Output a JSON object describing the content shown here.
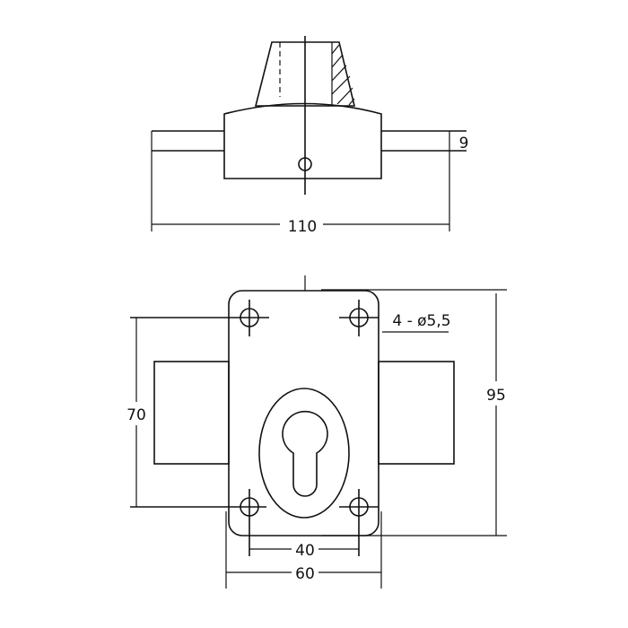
{
  "top_view": {
    "dim_width": "110",
    "dim_bolt_thickness": "9"
  },
  "front_view": {
    "dim_height_holes": "70",
    "dim_height_plate": "95",
    "dim_hole_spacing": "40",
    "dim_plate_width": "60",
    "hole_note": "4 - ø5,5"
  },
  "colors": {
    "line": "#111111",
    "bolt_fill": "#d9d9d9"
  }
}
